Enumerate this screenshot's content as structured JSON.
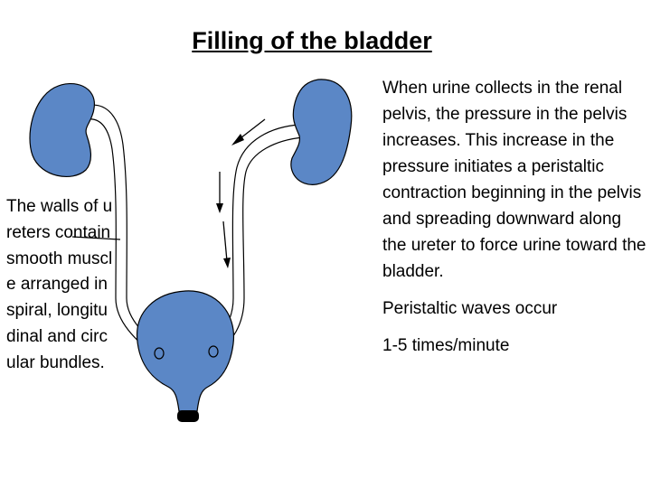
{
  "slide": {
    "title": "Filling of the bladder",
    "left_note": "The walls of ureters contain smooth muscle arranged in spiral, longitudinal and circular bundles.",
    "description": "When urine collects in the renal pelvis, the pressure in the pelvis increases. This increase in the pressure initiates a peristaltic contraction beginning in the pelvis and spreading downward along the ureter to force urine toward the bladder.",
    "waves_line1": "Peristaltic waves occur",
    "waves_line2": "1-5 times/minute"
  },
  "colors": {
    "organ_fill": "#5b87c6",
    "outline": "#000000",
    "ureter_fill": "#ffffff"
  }
}
